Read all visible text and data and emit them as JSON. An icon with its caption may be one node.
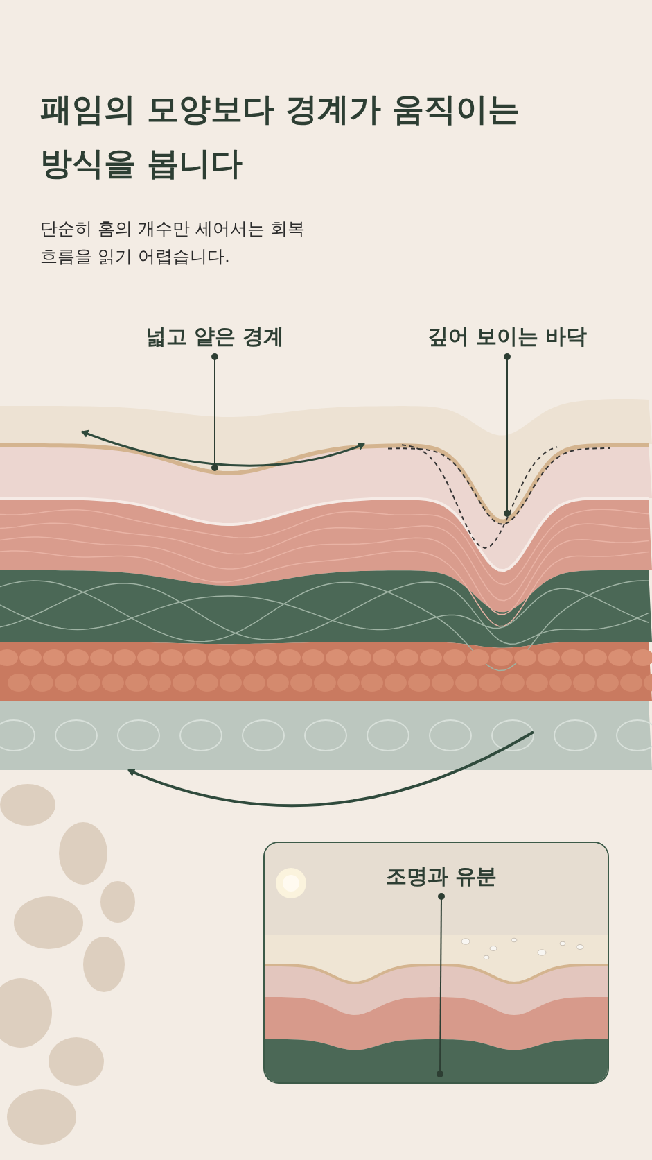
{
  "diagram": {
    "title": "패임의 모양보다 경계가 움직이는 방식을 봅니다",
    "nodes": [
      {
        "text": [
          "넓고 얕은 경계"
        ]
      },
      {
        "text": [
          "깊어 보이는 바닥"
        ]
      },
      {
        "text": [],
        "shape": "picture"
      },
      {
        "text": [
          "조명과 유분"
        ],
        "in": 2
      }
    ],
    "edges": [
      {
        "from": 0,
        "to": null,
        "arrow": "other"
      },
      {
        "from": 1,
        "to": null,
        "arrow": "other"
      },
      {
        "from": 3,
        "to": null,
        "arrow": "other"
      }
    ],
    "labels": [
      "단순히 홈의 개수만 세어서는 회복 흐름을 읽기 어렵습니다."
    ]
  }
}
